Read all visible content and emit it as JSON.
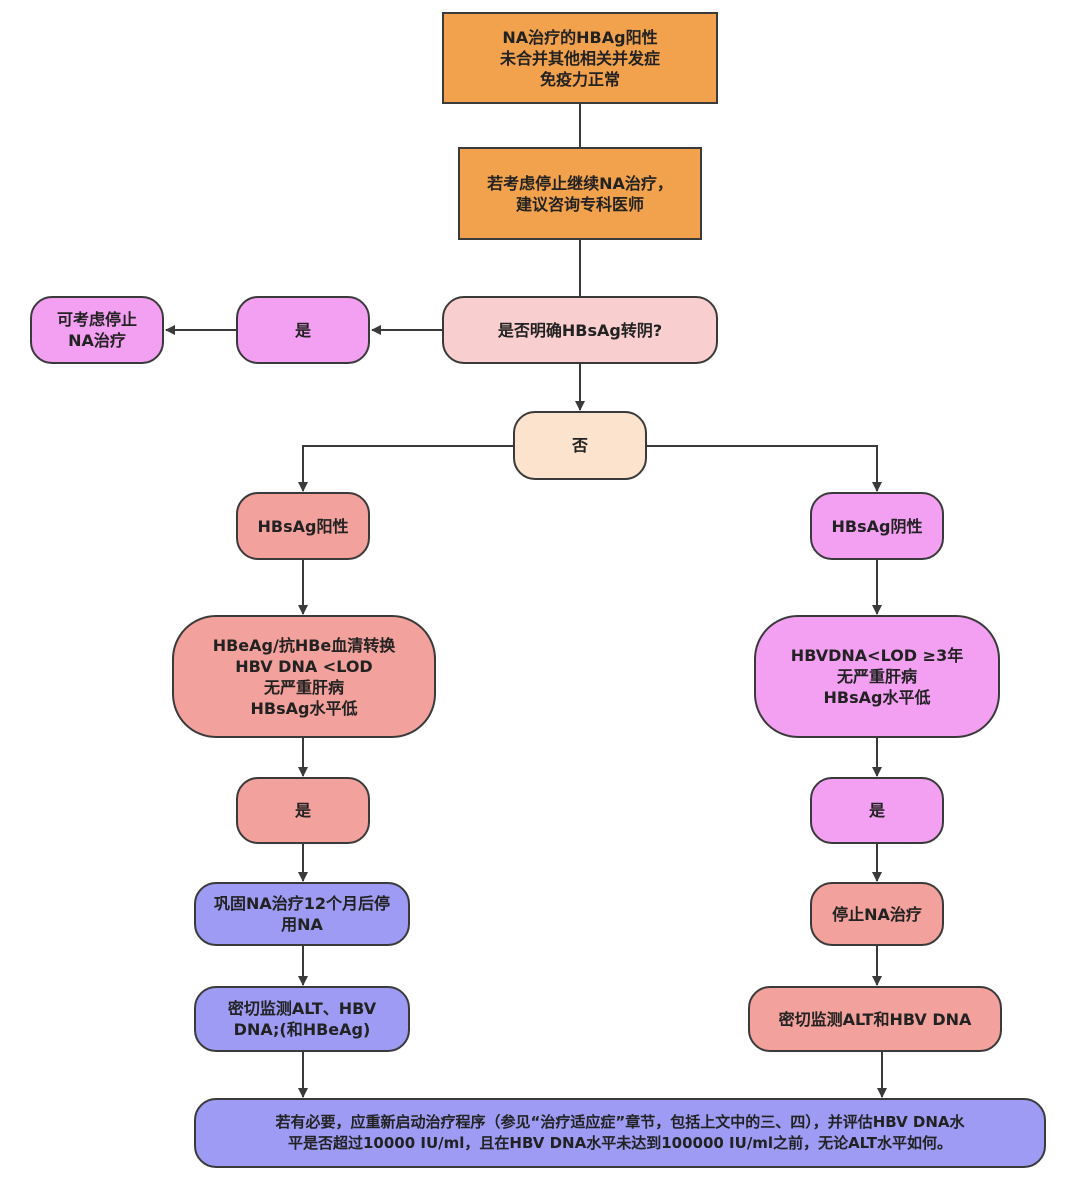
{
  "nodes": {
    "n_start": "NA治疗的HBAg阳性\n未合并其他相关并发症\n免疫力正常",
    "n_consult": "若考虑停止继续NA治疗，\n建议咨询专科医师",
    "n_question": "是否明确HBsAg转阴?",
    "n_yes_top": "是",
    "n_stop_top": "可考虑停止\nNA治疗",
    "n_no": "否",
    "n_pos": "HBsAg阳性",
    "n_neg": "HBsAg阴性",
    "n_pos_criteria": "HBeAg/抗HBe血清转换\nHBV DNA  <LOD\n无严重肝病\nHBsAg水平低",
    "n_neg_criteria": "HBVDNA<LOD ≥3年\n无严重肝病\nHBsAg水平低",
    "n_pos_yes": "是",
    "n_neg_yes": "是",
    "n_pos_consolidate": "巩固NA治疗12个月后停\n用NA",
    "n_neg_stop": "停止NA治疗",
    "n_pos_monitor": "密切监测ALT、HBV\nDNA;(和HBeAg)",
    "n_neg_monitor": "密切监测ALT和HBV DNA",
    "n_final": "若有必要，应重新启动治疗程序（参见“治疗适应症”章节，包括上文中的三、四），并评估HBV DNA水\n平是否超过10000 IU/ml，且在HBV DNA水平未达到100000 IU/ml之前，无论ALT水平如何。"
  }
}
